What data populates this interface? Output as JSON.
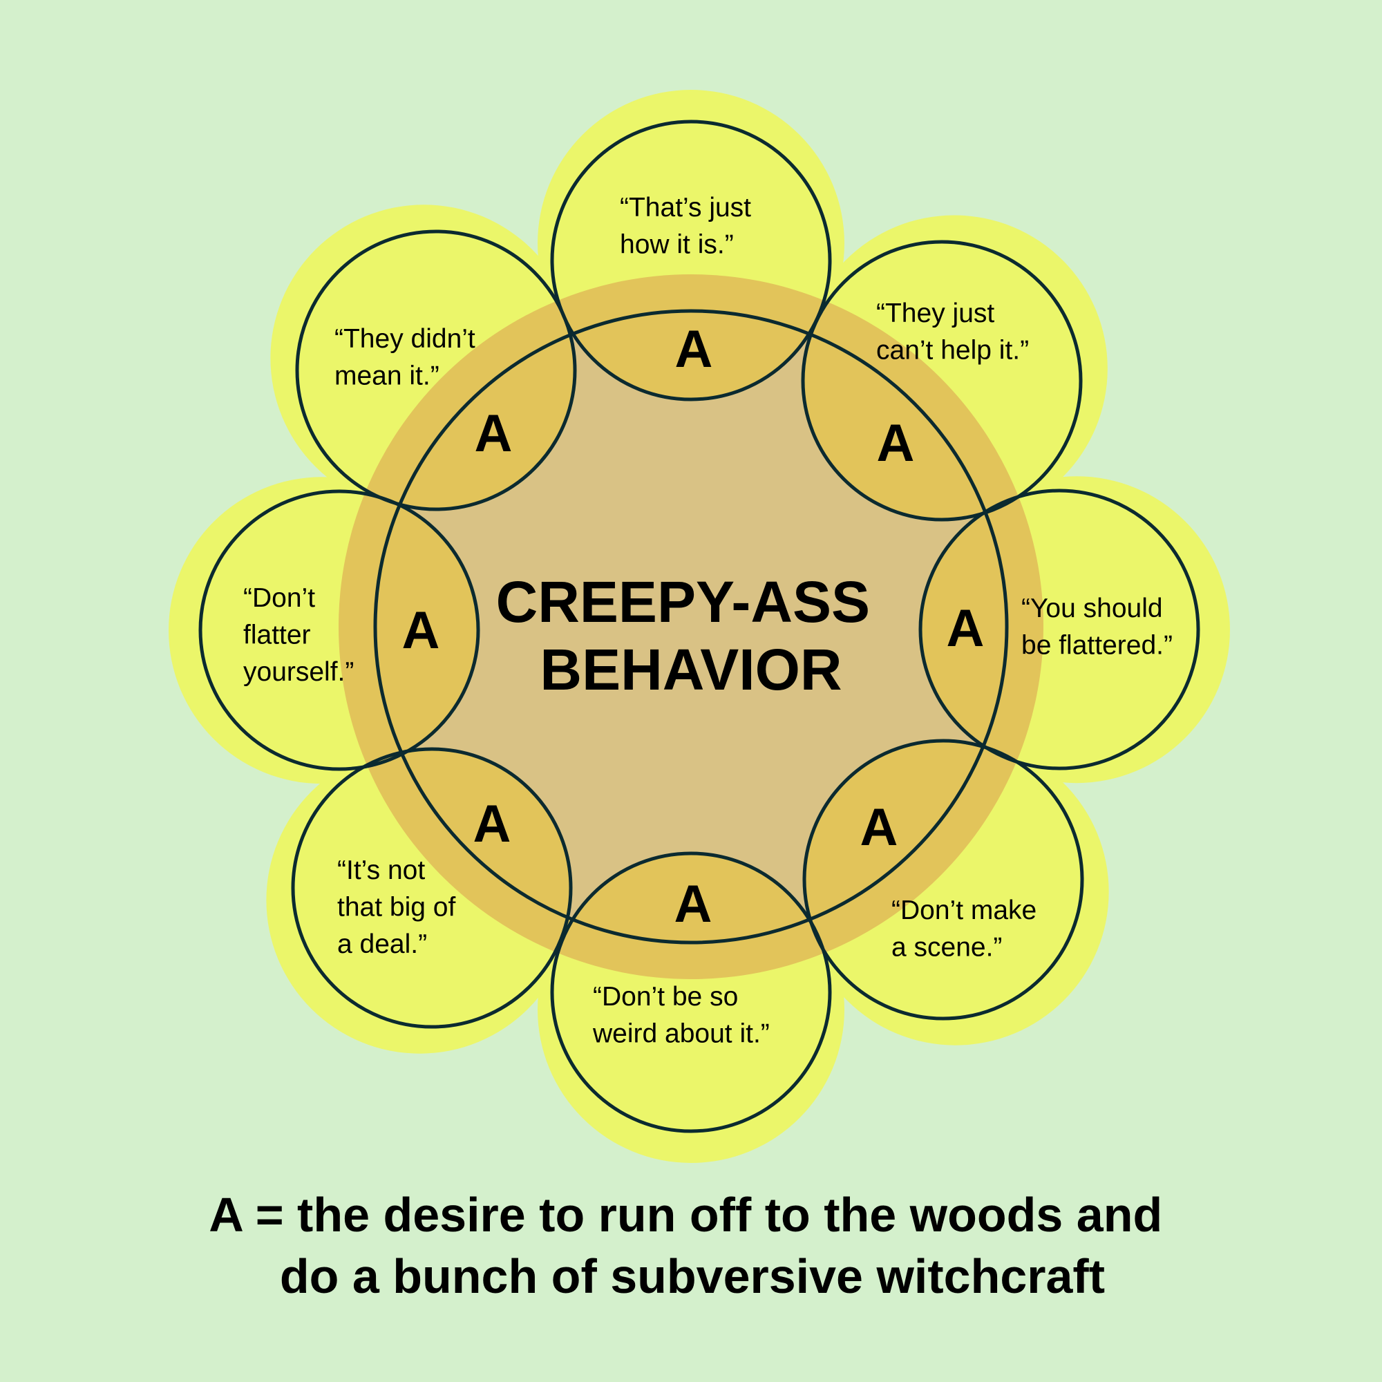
{
  "diagram": {
    "center_title_lines": [
      "CREEPY-ASS",
      "BEHAVIOR"
    ],
    "intersection_label": "A",
    "petals": [
      {
        "position": "top",
        "quote_lines": [
          "“That’s just",
          "how it is.”"
        ]
      },
      {
        "position": "top-right",
        "quote_lines": [
          "“They just",
          "can’t help it.”"
        ]
      },
      {
        "position": "right",
        "quote_lines": [
          "“You should",
          "be flattered.”"
        ]
      },
      {
        "position": "bottom-right",
        "quote_lines": [
          "“Don’t make",
          "a scene.”"
        ]
      },
      {
        "position": "bottom",
        "quote_lines": [
          "“Don’t be so",
          "weird about it.”"
        ]
      },
      {
        "position": "bottom-left",
        "quote_lines": [
          "“It’s not",
          "that big of",
          "a deal.”"
        ]
      },
      {
        "position": "left",
        "quote_lines": [
          "“Don’t",
          "flatter",
          "yourself.”"
        ]
      },
      {
        "position": "top-left",
        "quote_lines": [
          "“They didn’t",
          "mean it.”"
        ]
      }
    ],
    "caption_lines": [
      "A = the desire to run off to the woods and",
      "do a bunch of subversive witchcraft"
    ],
    "colors": {
      "background": "#d4f0cc",
      "petal_yellow": "#ebf66a",
      "ring_orange": "#e2c45a",
      "center_tan": "#d9c285",
      "outline": "#0b2a30",
      "text": "#000000"
    }
  }
}
